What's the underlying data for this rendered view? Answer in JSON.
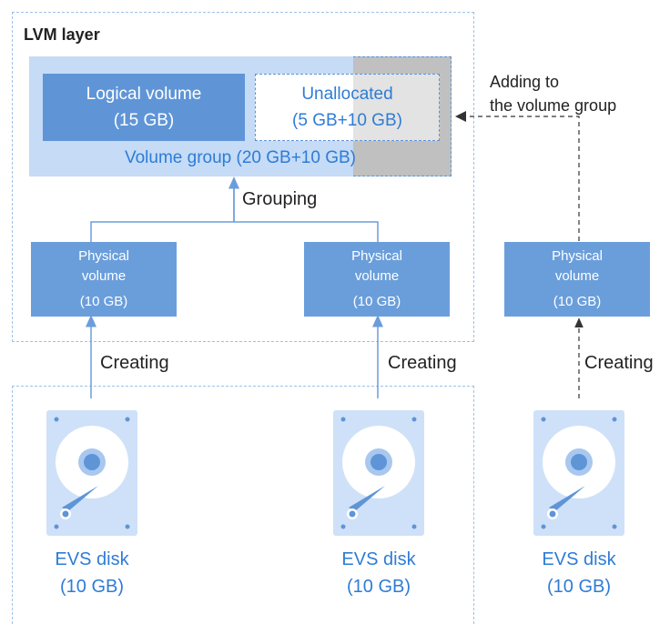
{
  "lvm_layer": {
    "title": "LVM layer",
    "volume_group_label": "Volume group (20 GB+10 GB)",
    "logical_volume": {
      "name": "Logical volume",
      "size": "(15 GB)"
    },
    "unallocated": {
      "name": "Unallocated",
      "size": "(5 GB+10 GB)"
    },
    "grouping_label": "Grouping"
  },
  "physical_volumes": [
    {
      "name_line1": "Physical",
      "name_line2": "volume",
      "size": "(10 GB)"
    },
    {
      "name_line1": "Physical",
      "name_line2": "volume",
      "size": "(10 GB)"
    },
    {
      "name_line1": "Physical",
      "name_line2": "volume",
      "size": "(10 GB)"
    }
  ],
  "creating_labels": [
    "Creating",
    "Creating",
    "Creating"
  ],
  "adding_label": {
    "line1": "Adding to",
    "line2": "the volume group"
  },
  "disks": [
    {
      "name": "EVS disk",
      "size": "(10 GB)"
    },
    {
      "name": "EVS disk",
      "size": "(10 GB)"
    },
    {
      "name": "EVS disk",
      "size": "(10 GB)"
    }
  ],
  "colors": {
    "box_blue": "#5f95d6",
    "region_dash": "#9dc2e8",
    "text_blue": "#2e7cd6",
    "volume_group_fill": "#c5dbf6",
    "unallocated_gray": "#c0c0c0"
  }
}
